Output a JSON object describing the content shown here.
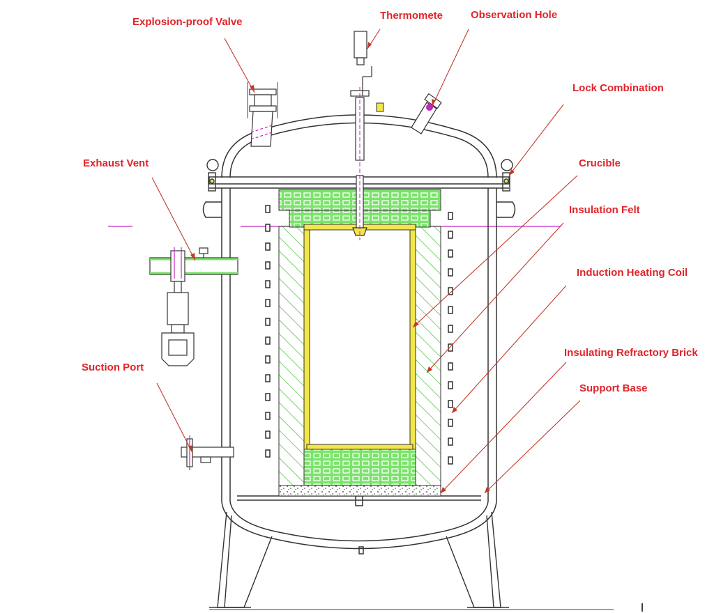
{
  "diagram": {
    "labels": {
      "explosion_proof_valve": "Explosion-proof Valve",
      "thermometer": "Thermomete",
      "observation_hole": "Observation Hole",
      "lock_combination": "Lock Combination",
      "exhaust_vent": "Exhaust Vent",
      "crucible": "Crucible",
      "insulation_felt": "Insulation Felt",
      "induction_heating_coil": "Induction Heating Coil",
      "insulating_refractory_brick": "Insulating Refractory Brick",
      "support_base": "Support Base",
      "suction_port": "Suction Port"
    },
    "colors": {
      "label_text": "#e0242a",
      "leader_line": "#c0392b",
      "outline": "#333333",
      "insulation_green": "#7be36b",
      "crucible_yellow": "#f2e64a",
      "centerline_magenta": "#c026c0"
    }
  }
}
